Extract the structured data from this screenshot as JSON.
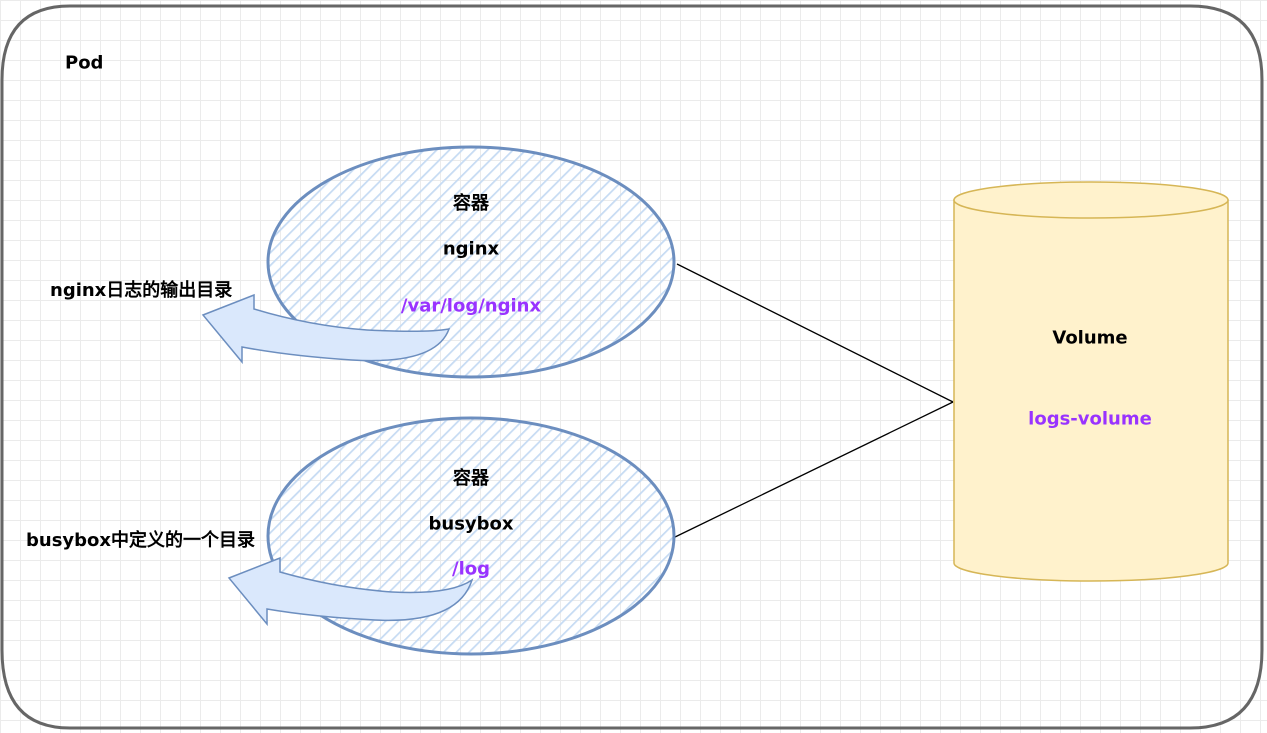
{
  "pod": {
    "label": "Pod"
  },
  "containers": [
    {
      "title": "容器",
      "name": "nginx",
      "path": "/var/log/nginx",
      "output_label": "nginx日志的输出目录"
    },
    {
      "title": "容器",
      "name": "busybox",
      "path": "/log",
      "output_label": "busybox中定义的一个目录"
    }
  ],
  "volume": {
    "title": "Volume",
    "name": "logs-volume"
  },
  "colors": {
    "container_stroke": "#6c8ebf",
    "container_hatch": "#dae8fc",
    "arrow_fill": "#dae8fc",
    "volume_fill": "#fff2cc",
    "volume_stroke": "#d6b656",
    "path_text": "#9933ff"
  }
}
